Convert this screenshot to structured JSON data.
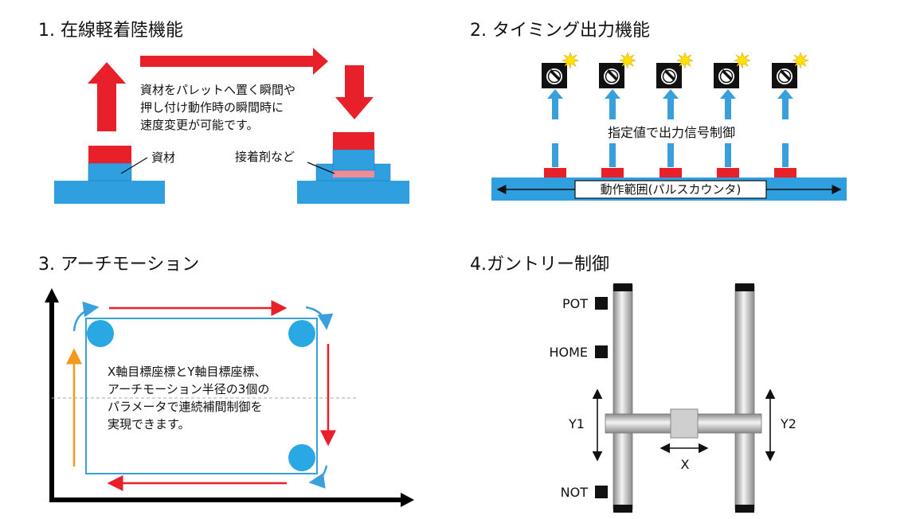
{
  "panels": {
    "p1": {
      "title": "1. 在線軽着陸機能",
      "desc_lines": [
        "資材をパレットへ置く瞬間や",
        "押し付け動作時の瞬間時に",
        "速度変更が可能です。"
      ],
      "label_material": "資材",
      "label_adhesive": "接着剤など"
    },
    "p2": {
      "title": "2. タイミング出力機能",
      "signal_label": "指定値で出力信号制御",
      "range_label": "動作範囲(パルスカウンタ)"
    },
    "p3": {
      "title": "3. アーチモーション",
      "desc_lines": [
        "X軸目標座標とY軸目標座標、",
        "アーチモーション半径の3個の",
        "パラメータで連続補間制御を",
        "実現できます。"
      ]
    },
    "p4": {
      "title": "4.ガントリー制御",
      "pot": "POT",
      "home": "HOME",
      "not": "NOT",
      "y1": "Y1",
      "y2": "Y2",
      "x": "X"
    }
  },
  "colors": {
    "blue": "#2f9fe0",
    "red": "#e8202a",
    "pink": "#f08c98",
    "orange": "#f29a1f",
    "arrow_blue": "#3aa0dc",
    "yellow": "#ffe000"
  },
  "icons": [
    "camera-icon",
    "flash-icon"
  ]
}
